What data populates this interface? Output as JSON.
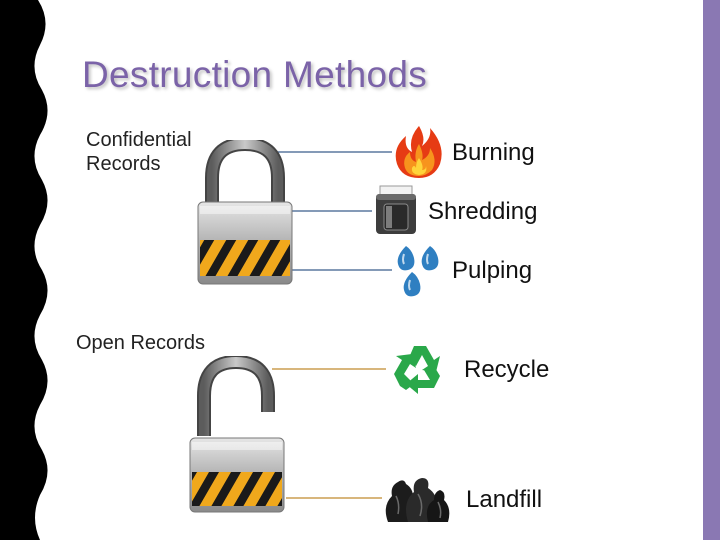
{
  "slide": {
    "title": "Destruction Methods"
  },
  "groups": {
    "confidential": {
      "label_line1": "Confidential",
      "label_line2": "Records"
    },
    "open": {
      "label": "Open Records"
    }
  },
  "methods": {
    "burning": "Burning",
    "shredding": "Shredding",
    "pulping": "Pulping",
    "recycle": "Recycle",
    "landfill": "Landfill"
  },
  "colors": {
    "title": "#7b63a8",
    "accent_bar": "#8a78b3",
    "confidential_line": "#3b5e8c",
    "open_line": "#c08a2e"
  },
  "icons": {
    "locked": "padlock-locked-icon",
    "unlocked": "padlock-unlocked-icon",
    "burning": "fire-icon",
    "shredding": "shredder-icon",
    "pulping": "water-drops-icon",
    "recycle": "recycle-icon",
    "landfill": "garbage-bags-icon"
  }
}
